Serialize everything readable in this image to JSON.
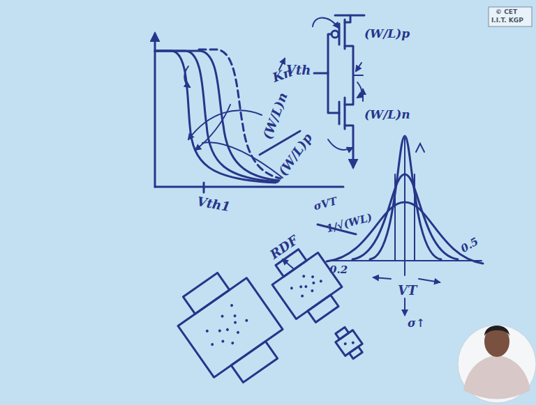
{
  "diagram": {
    "labels": [
      "© CET",
      "I.I.T. KGP",
      "Kn",
      "(W/L)n",
      "(W/L)p",
      "Vth1",
      "Vth",
      "(W/L)p",
      "(W/L)n",
      "σVT",
      "1/√(WL)",
      "RDF",
      "0.2",
      "0.5",
      "VT",
      "σ↑"
    ]
  }
}
